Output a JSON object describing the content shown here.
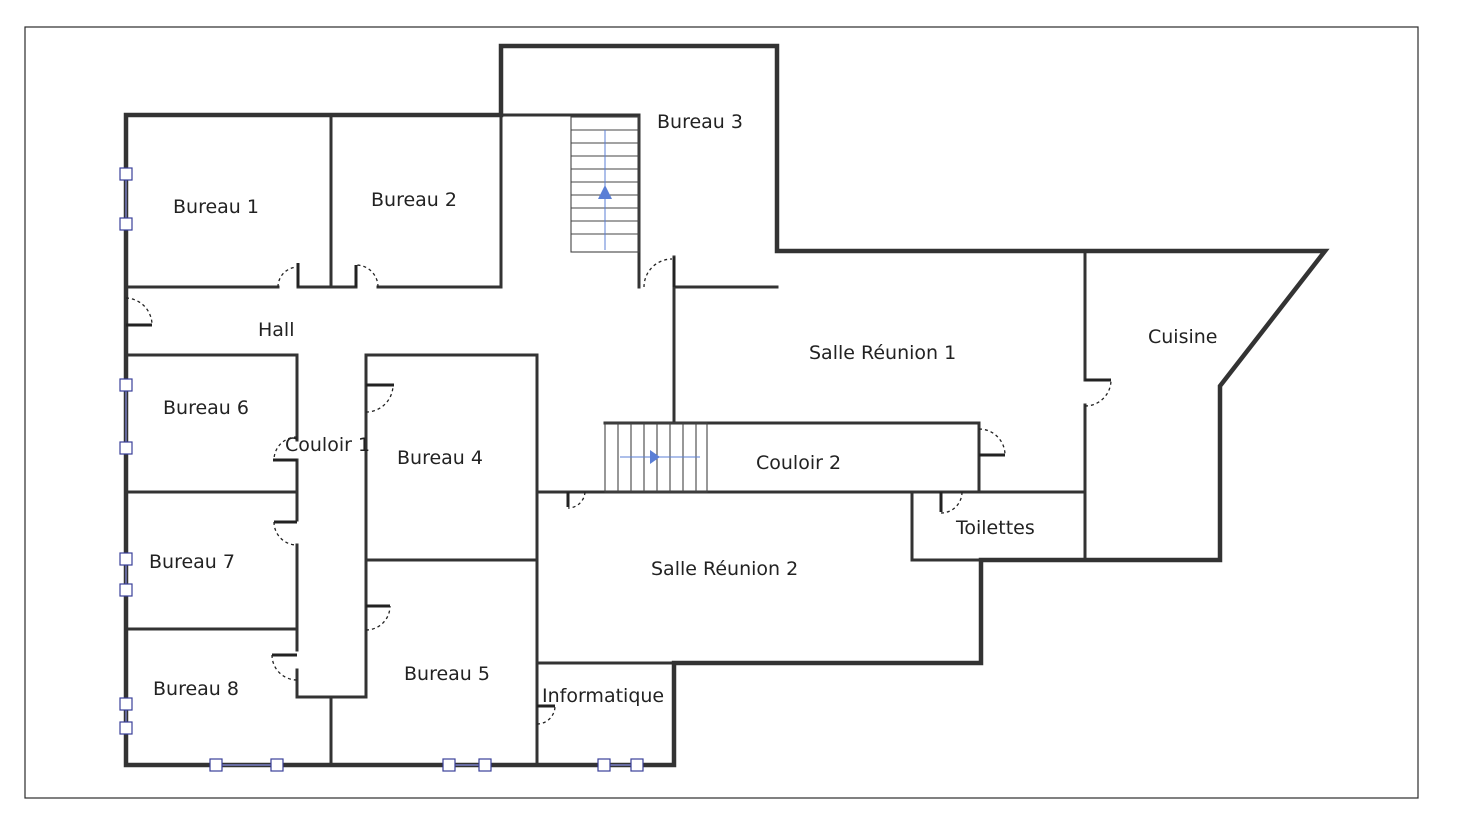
{
  "rooms": {
    "bureau1": "Bureau 1",
    "bureau2": "Bureau 2",
    "bureau3": "Bureau 3",
    "bureau4": "Bureau 4",
    "bureau5": "Bureau 5",
    "bureau6": "Bureau 6",
    "bureau7": "Bureau 7",
    "bureau8": "Bureau 8",
    "hall": "Hall",
    "couloir1": "Couloir 1",
    "couloir2": "Couloir 2",
    "salle_reunion1": "Salle Réunion 1",
    "salle_reunion2": "Salle Réunion 2",
    "cuisine": "Cuisine",
    "toilettes": "Toilettes",
    "informatique": "Informatique"
  },
  "colors": {
    "wall": "#333333",
    "window": "#3a3f9a",
    "stair_arrow": "#5b7fd6"
  },
  "icons": {
    "stair_direction": "arrow-up-icon"
  }
}
